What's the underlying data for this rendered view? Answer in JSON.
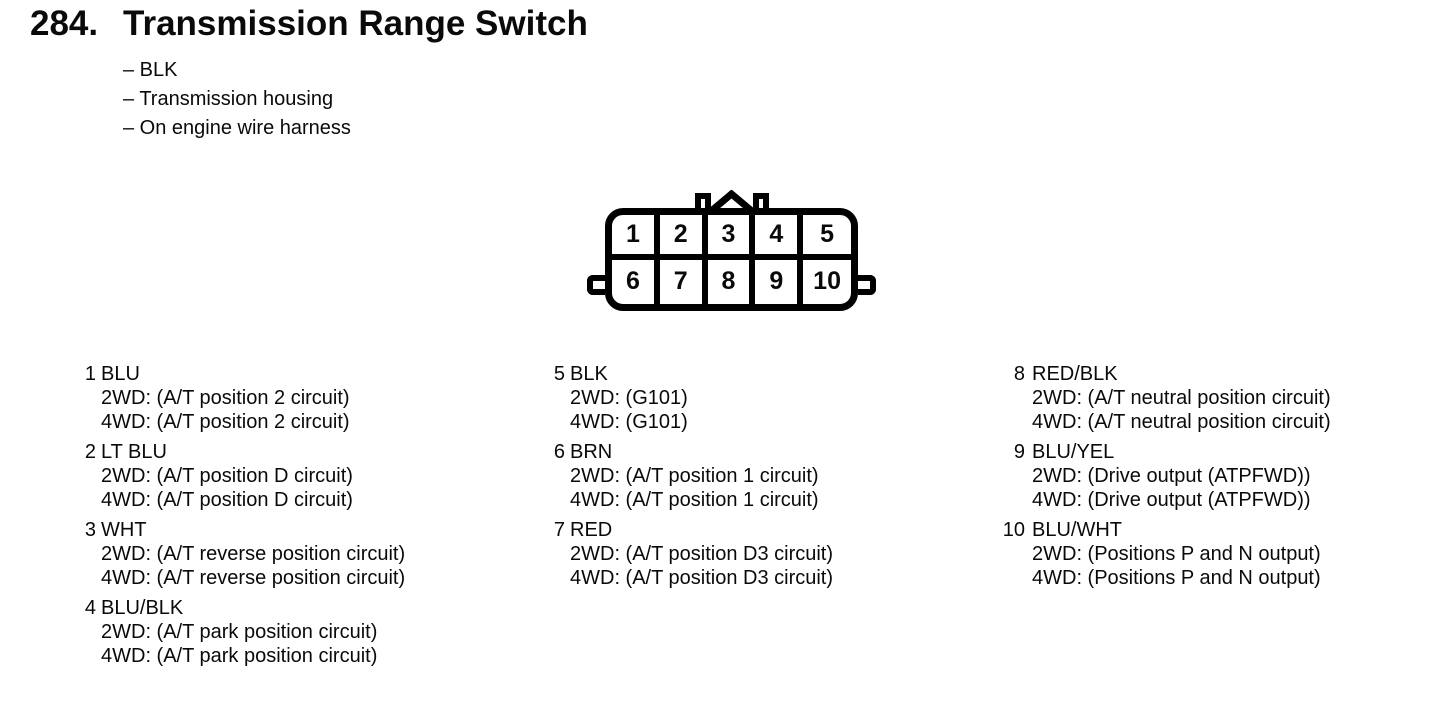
{
  "header": {
    "number": "284.",
    "title": "Transmission Range Switch"
  },
  "attributes": {
    "items": [
      "– BLK",
      "– Transmission housing",
      "– On engine wire harness"
    ]
  },
  "connector": {
    "cells": [
      "1",
      "2",
      "3",
      "4",
      "5",
      "6",
      "7",
      "8",
      "9",
      "10"
    ]
  },
  "pins": {
    "columns": [
      [
        {
          "number": "1",
          "color": "BLU",
          "lines": [
            "2WD: (A/T position 2 circuit)",
            "4WD: (A/T position 2 circuit)"
          ]
        },
        {
          "number": "2",
          "color": "LT BLU",
          "lines": [
            "2WD: (A/T position D circuit)",
            "4WD: (A/T position D circuit)"
          ]
        },
        {
          "number": "3",
          "color": "WHT",
          "lines": [
            "2WD: (A/T reverse position circuit)",
            "4WD: (A/T reverse position circuit)"
          ]
        },
        {
          "number": "4",
          "color": "BLU/BLK",
          "lines": [
            "2WD: (A/T park position circuit)",
            "4WD: (A/T park position circuit)"
          ]
        }
      ],
      [
        {
          "number": "5",
          "color": "BLK",
          "lines": [
            "2WD: (G101)",
            "4WD: (G101)"
          ]
        },
        {
          "number": "6",
          "color": "BRN",
          "lines": [
            "2WD: (A/T position 1 circuit)",
            "4WD: (A/T position 1 circuit)"
          ]
        },
        {
          "number": "7",
          "color": "RED",
          "lines": [
            "2WD: (A/T position D3 circuit)",
            "4WD: (A/T position D3 circuit)"
          ]
        }
      ],
      [
        {
          "number": "8",
          "color": "RED/BLK",
          "lines": [
            "2WD: (A/T neutral position circuit)",
            "4WD: (A/T neutral position circuit)"
          ]
        },
        {
          "number": "9",
          "color": "BLU/YEL",
          "lines": [
            "2WD: (Drive output (ATPFWD))",
            "4WD: (Drive output (ATPFWD))"
          ]
        },
        {
          "number": "10",
          "color": "BLU/WHT",
          "lines": [
            "2WD: (Positions P and N output)",
            "4WD: (Positions P and N output)"
          ]
        }
      ]
    ]
  }
}
